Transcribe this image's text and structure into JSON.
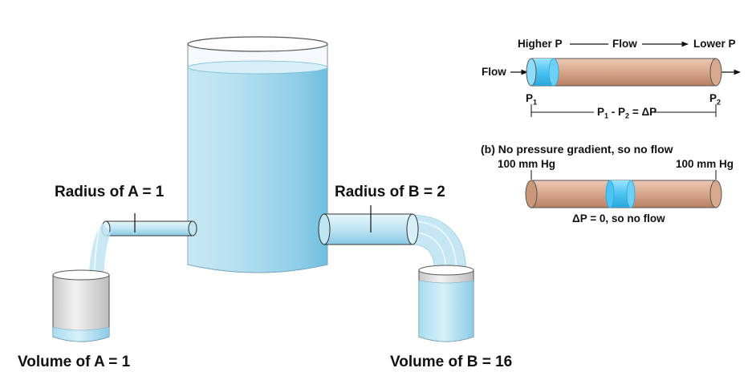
{
  "diagram": {
    "left_panel": {
      "radius_a": "Radius of A = 1",
      "radius_b": "Radius of B = 2",
      "volume_a": "Volume of A = 1",
      "volume_b": "Volume of B = 16"
    },
    "panel_a": {
      "higher_p": "Higher P",
      "flow_top": "Flow",
      "lower_p": "Lower P",
      "flow_in": "Flow",
      "p1": "P",
      "p1_sub": "1",
      "p2": "P",
      "p2_sub": "2",
      "eq_p1": "P",
      "eq_sub1": "1",
      "eq_minus": " - P",
      "eq_sub2": "2",
      "eq_rest": " = ΔP"
    },
    "panel_b": {
      "title": "(b) No pressure gradient, so no flow",
      "left_pressure": "100 mm Hg",
      "right_pressure": "100 mm Hg",
      "caption": "ΔP = 0, so no flow"
    },
    "colors": {
      "water": "#9ed9ee",
      "water_dark": "#7cc6e2",
      "tube": "#d9a98e",
      "tube_dark": "#b78065",
      "plug": "#4cc3f2"
    }
  }
}
